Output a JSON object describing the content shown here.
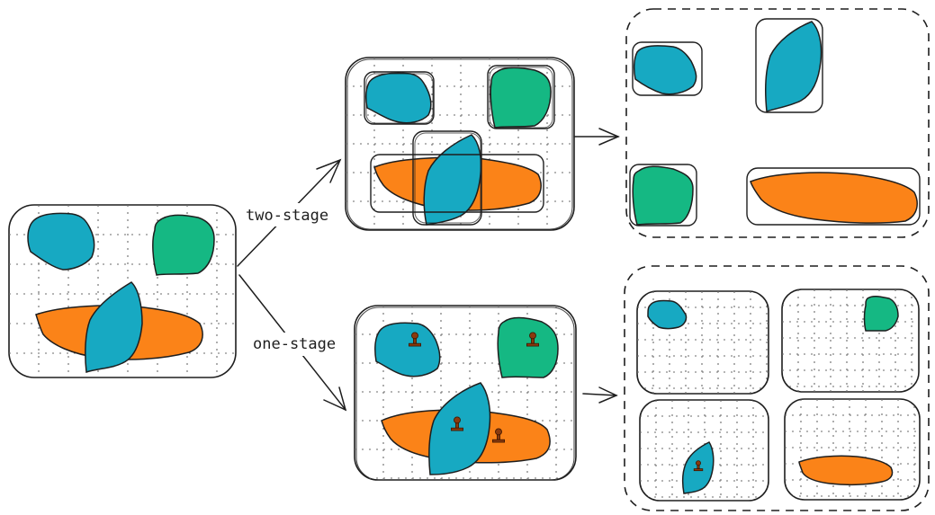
{
  "diagram": {
    "title": "Two-stage vs one-stage object detection",
    "colors": {
      "teal": "#17a9c2",
      "green": "#15b883",
      "orange": "#fb8318",
      "stroke": "#1e1e1e",
      "stamp": "#8a3a0e"
    },
    "labels": {
      "two_stage": "two-stage",
      "one_stage": "one-stage"
    },
    "panels": [
      {
        "id": "input-image",
        "description": "Input grid image with teal blob, green blob, orange ellipse and teal leaf"
      },
      {
        "id": "two-stage-proposals",
        "description": "Input image with region proposal bounding boxes around each object"
      },
      {
        "id": "two-stage-output",
        "description": "Cropped regions: teal blob, teal leaf, green blob, orange ellipse"
      },
      {
        "id": "one-stage-grid",
        "description": "Input image with anchor stamps placed on each object"
      },
      {
        "id": "one-stage-output",
        "description": "Four grid tiles each showing one detected object"
      }
    ],
    "objects": [
      "teal-blob",
      "green-blob",
      "orange-ellipse",
      "teal-leaf"
    ],
    "icons": [
      "stamp-icon",
      "arrow-icon"
    ]
  }
}
